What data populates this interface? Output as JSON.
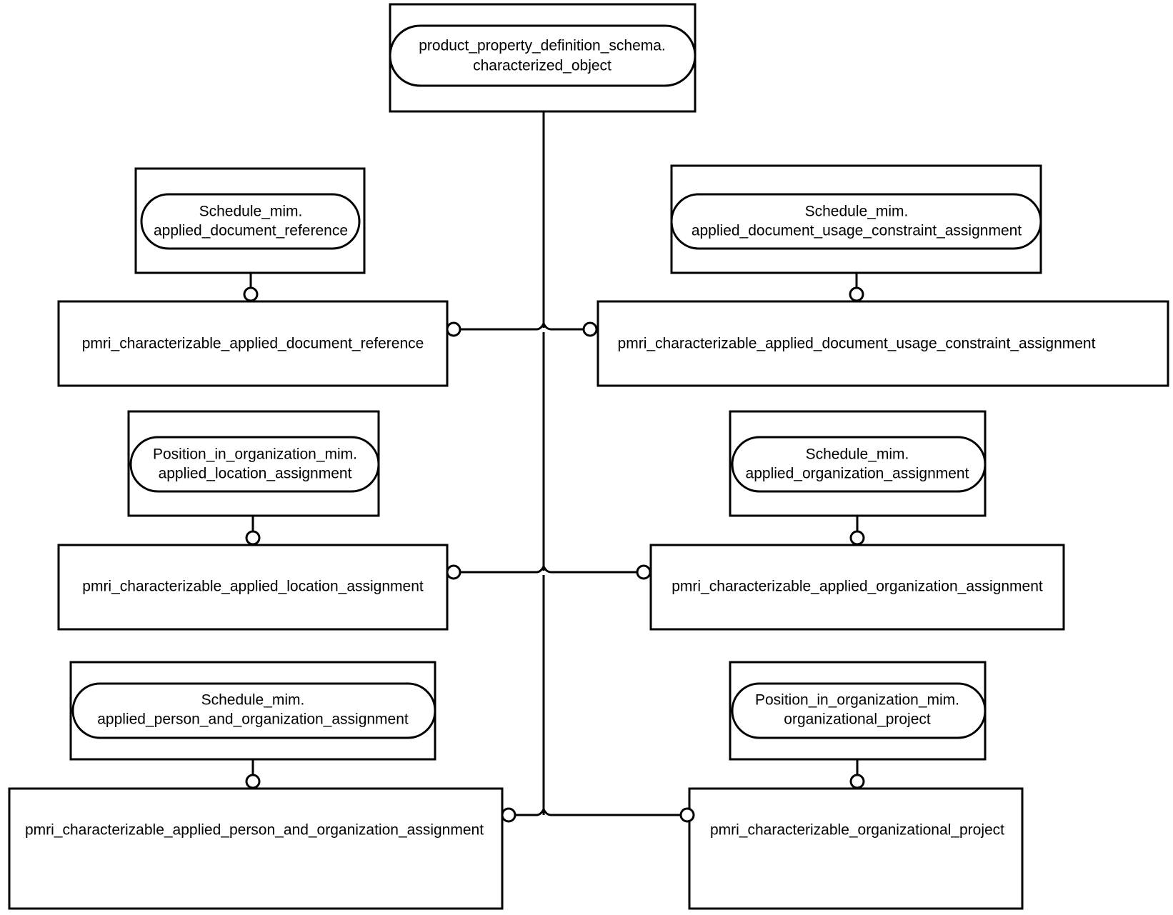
{
  "diagram": {
    "type": "express-g-entity-relationship",
    "title": "",
    "background_color": "#ffffff",
    "line_color": "#000000",
    "root": {
      "id": "characterized-object",
      "schema_prefix": "product_property_definition_schema.",
      "entity_name": "characterized_object",
      "label_line_1": "product_property_definition_schema.",
      "label_line_2": "characterized_object",
      "kind": "imported-entity-reference"
    },
    "pairs": [
      {
        "id": "document-reference",
        "side": "left",
        "row": 1,
        "reference": {
          "label_line_1": "Schedule_mim.",
          "label_line_2": "applied_document_reference",
          "kind": "imported-entity-reference"
        },
        "subtype": {
          "label": "pmri_characterizable_applied_document_reference",
          "kind": "entity"
        }
      },
      {
        "id": "document-usage-constraint-assignment",
        "side": "right",
        "row": 1,
        "reference": {
          "label_line_1": "Schedule_mim.",
          "label_line_2": "applied_document_usage_constraint_assignment",
          "kind": "imported-entity-reference"
        },
        "subtype": {
          "label": "pmri_characterizable_applied_document_usage_constraint_assignment",
          "kind": "entity"
        }
      },
      {
        "id": "location-assignment",
        "side": "left",
        "row": 2,
        "reference": {
          "label_line_1": "Position_in_organization_mim.",
          "label_line_2": "applied_location_assignment",
          "kind": "imported-entity-reference"
        },
        "subtype": {
          "label": "pmri_characterizable_applied_location_assignment",
          "kind": "entity"
        }
      },
      {
        "id": "organization-assignment",
        "side": "right",
        "row": 2,
        "reference": {
          "label_line_1": "Schedule_mim.",
          "label_line_2": "applied_organization_assignment",
          "kind": "imported-entity-reference"
        },
        "subtype": {
          "label": "pmri_characterizable_applied_organization_assignment",
          "kind": "entity"
        }
      },
      {
        "id": "person-and-organization-assignment",
        "side": "left",
        "row": 3,
        "reference": {
          "label_line_1": "Schedule_mim.",
          "label_line_2": "applied_person_and_organization_assignment",
          "kind": "imported-entity-reference"
        },
        "subtype": {
          "label": "pmri_characterizable_applied_person_and_organization_assignment",
          "kind": "entity"
        }
      },
      {
        "id": "organizational-project",
        "side": "right",
        "row": 3,
        "reference": {
          "label_line_1": "Position_in_organization_mim.",
          "label_line_2": "organizational_project",
          "kind": "imported-entity-reference"
        },
        "subtype": {
          "label": "pmri_characterizable_organizational_project",
          "kind": "entity"
        }
      }
    ]
  }
}
